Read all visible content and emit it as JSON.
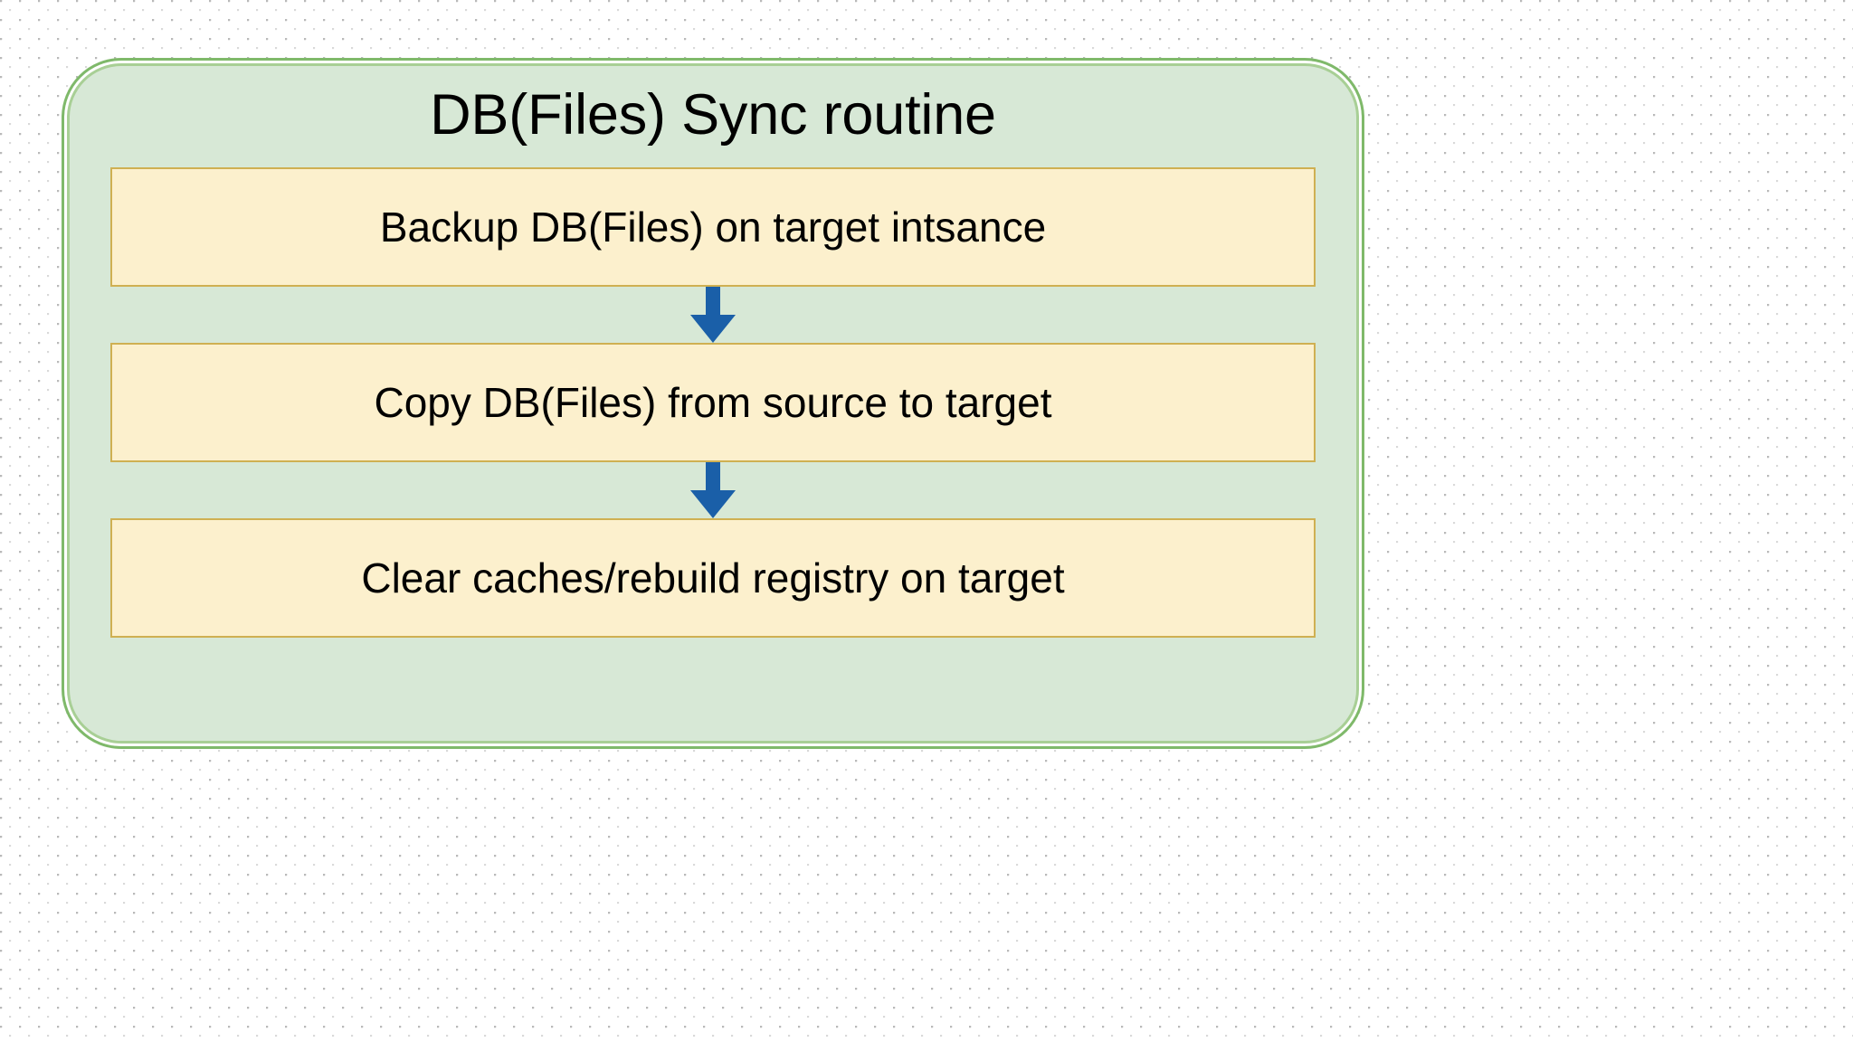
{
  "diagram": {
    "title": "DB(Files) Sync routine",
    "container_name": "sync-routine-group",
    "steps": [
      {
        "id": "backup",
        "label": "Backup DB(Files) on target intsance"
      },
      {
        "id": "copy",
        "label": "Copy DB(Files) from source to target"
      },
      {
        "id": "clear-caches",
        "label": "Clear caches/rebuild registry on target"
      }
    ],
    "connectors": [
      {
        "id": "arrow-1",
        "icon": "arrow-down-icon",
        "from": "backup",
        "to": "copy"
      },
      {
        "id": "arrow-2",
        "icon": "arrow-down-icon",
        "from": "copy",
        "to": "clear-caches"
      }
    ],
    "colors": {
      "background": "#ffffff",
      "dot_grid": "#b9b9b9",
      "container_fill": "#d7e8d6",
      "container_border": "#7fb96a",
      "container_inner_border": "#a8cf95",
      "step_fill": "#fcf0cd",
      "step_border": "#cfb052",
      "arrow": "#1a5fa8",
      "text": "#000000"
    }
  }
}
